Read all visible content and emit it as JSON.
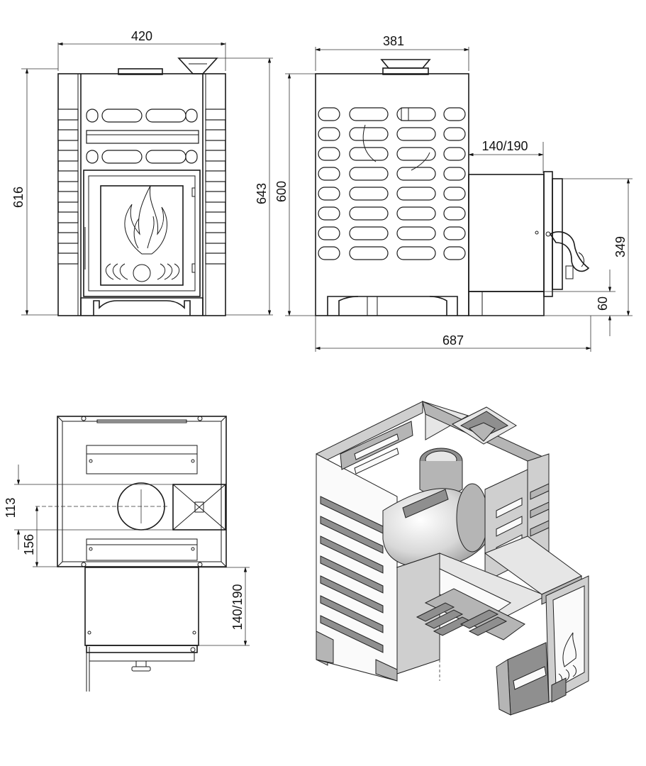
{
  "dimensions": {
    "front_width": "420",
    "front_height": "616",
    "front_total_height": "643",
    "side_width": "381",
    "side_height": "600",
    "side_tunnel": "140/190",
    "side_total_length": "687",
    "side_door_height": "349",
    "side_door_base": "60",
    "top_offset_a": "113",
    "top_offset_b": "156",
    "top_tunnel": "140/190"
  },
  "colors": {
    "line": "#1a1a1a",
    "metal_light": "#d9d9d9",
    "metal_mid": "#b5b5b5",
    "metal_dark": "#8f8f8f"
  }
}
